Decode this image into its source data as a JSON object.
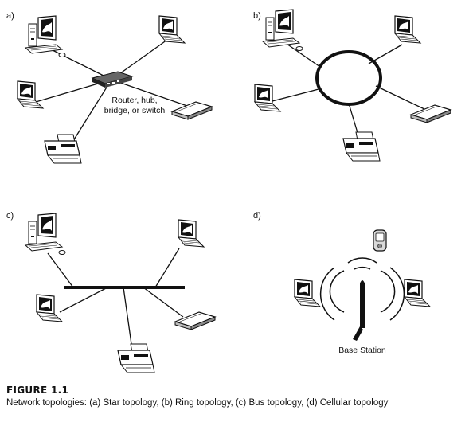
{
  "panels": [
    {
      "label": "a)",
      "annotation": [
        "Router, hub,",
        "bridge, or switch"
      ]
    },
    {
      "label": "b)"
    },
    {
      "label": "c)"
    },
    {
      "label": "d)",
      "annotation": [
        "Base Station"
      ]
    }
  ],
  "figure": {
    "title": "FIGURE 1.1",
    "caption": "Network topologies: (a) Star topology, (b) Ring topology, (c) Bus topology, (d) Cellular topology"
  },
  "icons": [
    "desktop-computer-icon",
    "laptop-icon",
    "printer-icon",
    "scanner-icon",
    "router-icon",
    "pda-icon",
    "antenna-icon"
  ]
}
